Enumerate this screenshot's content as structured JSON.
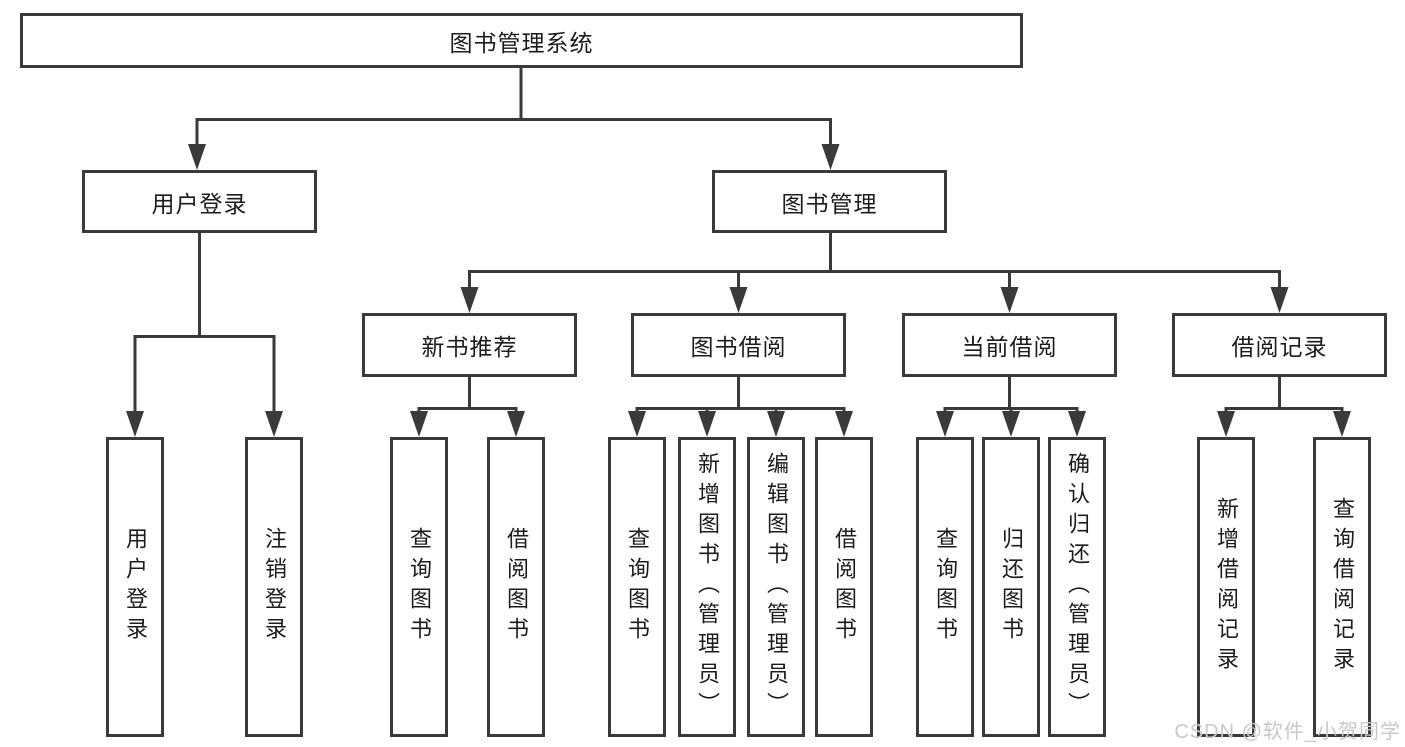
{
  "diagram": {
    "root": {
      "label": "图书管理系统"
    },
    "user_branch": {
      "label": "用户登录",
      "leaves": [
        "用户登录",
        "注销登录"
      ]
    },
    "book_branch": {
      "label": "图书管理",
      "sections": [
        {
          "label": "新书推荐",
          "leaves": [
            "查询图书",
            "借阅图书"
          ]
        },
        {
          "label": "图书借阅",
          "leaves": [
            "查询图书",
            "新增图书（管理员）",
            "编辑图书（管理员）",
            "借阅图书"
          ]
        },
        {
          "label": "当前借阅",
          "leaves": [
            "查询图书",
            "归还图书",
            "确认归还（管理员）"
          ]
        },
        {
          "label": "借阅记录",
          "leaves": [
            "新增借阅记录",
            "查询借阅记录"
          ]
        }
      ]
    }
  },
  "watermark": {
    "text": "CSDN @软件_小贺同学"
  },
  "colors": {
    "line": "#3a3a3a",
    "text": "#1c1c1c",
    "background": "#ffffff",
    "watermark": "#ccc6cc"
  }
}
